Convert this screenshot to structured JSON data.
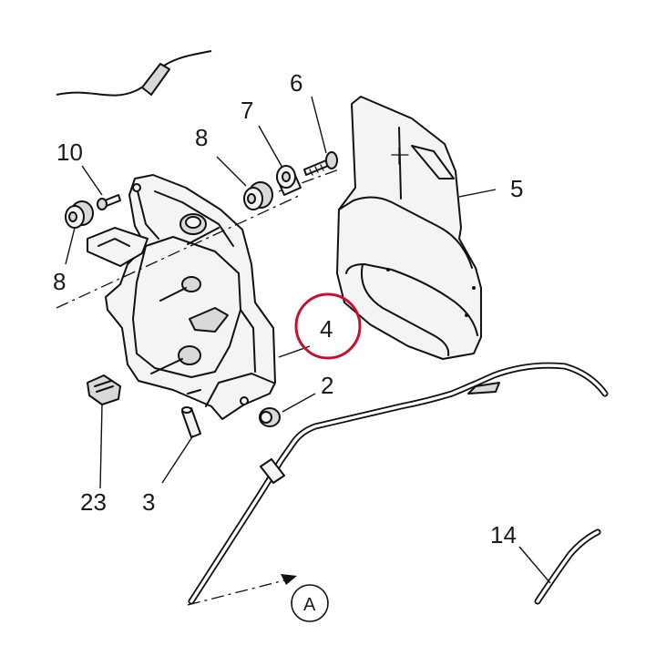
{
  "callouts": {
    "p2": "2",
    "p3": "3",
    "p4": "4",
    "p5": "5",
    "p6": "6",
    "p7": "7",
    "p8_top": "8",
    "p8_left": "8",
    "p10": "10",
    "p14": "14",
    "p23": "23",
    "ref_a": "A"
  },
  "highlight": {
    "callout": "4",
    "color": "#c8102e"
  }
}
